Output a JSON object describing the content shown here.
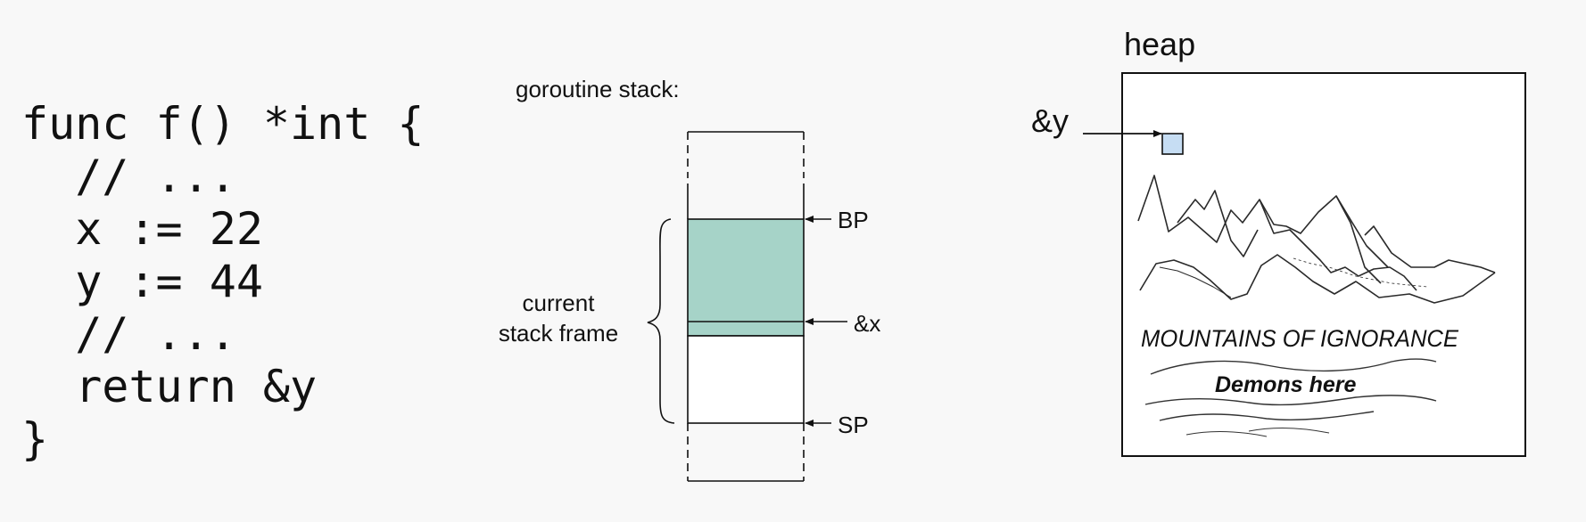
{
  "code": {
    "lines": [
      "func f() *int {",
      "  // ...",
      "  x := 22",
      "  y := 44",
      "  // ...",
      "  return &y",
      "}"
    ]
  },
  "stack": {
    "title": "goroutine stack:",
    "frame_label_line1": "current",
    "frame_label_line2": "stack frame",
    "bp_label": "BP",
    "x_label": "&x",
    "sp_label": "SP"
  },
  "heap": {
    "title": "heap",
    "pointer_label": "&y",
    "map_caption": "MOUNTAINS OF IGNORANCE",
    "map_subcaption": "Demons here"
  },
  "colors": {
    "frame_fill": "#a6d3c8",
    "heap_cell_fill": "#c6ddf3",
    "background": "#f8f8f8"
  }
}
